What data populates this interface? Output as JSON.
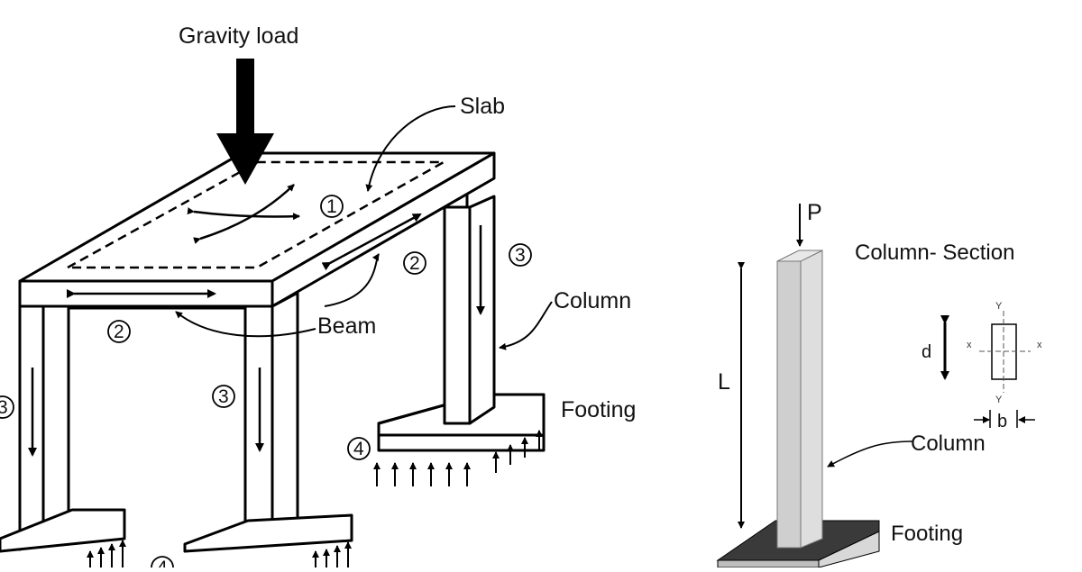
{
  "left_diagram": {
    "gravity_load": "Gravity load",
    "slab": "Slab",
    "beam": "Beam",
    "column": "Column",
    "footing": "Footing",
    "step_slab": "1",
    "step_beam": "2",
    "step_column": "3",
    "step_footing": "4"
  },
  "right_diagram": {
    "load": "P",
    "section_title": "Column- Section",
    "length": "L",
    "depth": "d",
    "width": "b",
    "axis_x": "x",
    "axis_y": "Y",
    "column": "Column",
    "footing": "Footing"
  },
  "colors": {
    "stroke": "#000000",
    "column_fill": "#cfcfcf",
    "footing_dark": "#3a3a3a"
  }
}
